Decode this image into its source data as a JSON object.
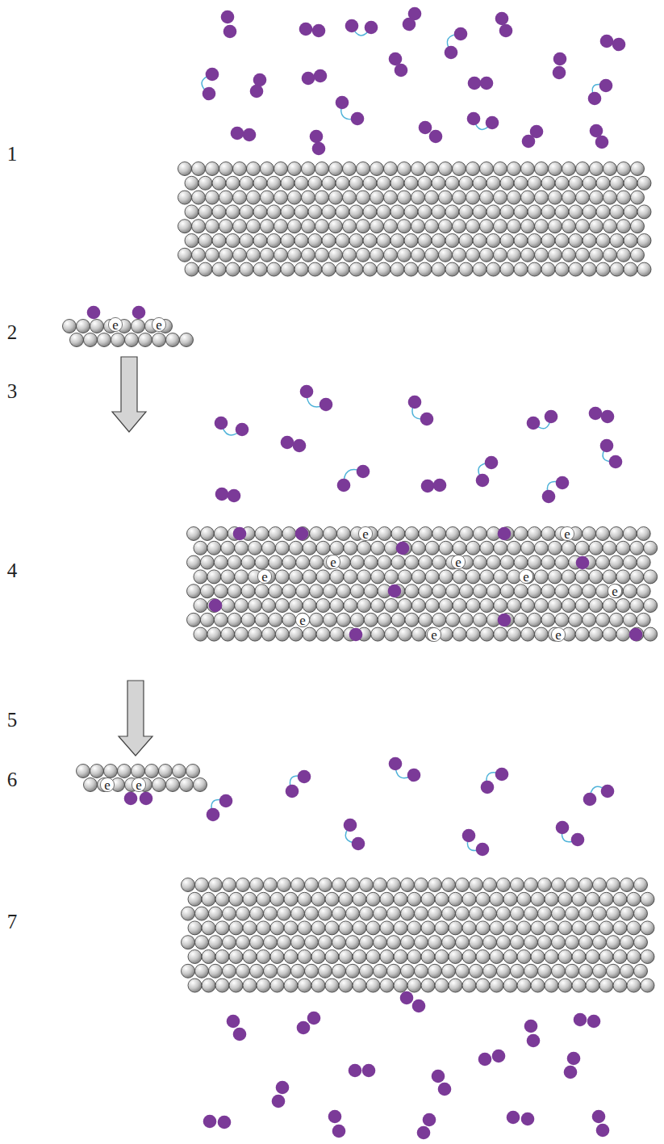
{
  "diagram": {
    "labels": [
      "1",
      "2",
      "e",
      "e",
      "3",
      "4",
      "e",
      "e",
      "e",
      "e",
      "e",
      "e",
      "e",
      "e",
      "e",
      "e",
      "5",
      "6",
      "e",
      "e",
      "7"
    ]
  }
}
